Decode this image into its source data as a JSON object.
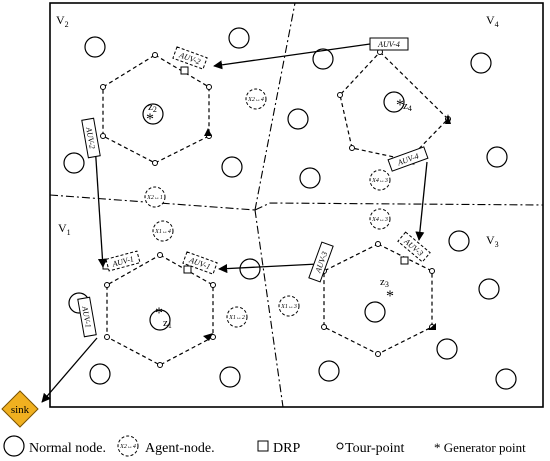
{
  "diagram": {
    "regions": [
      {
        "base": "V",
        "sub": "2"
      },
      {
        "base": "V",
        "sub": "4"
      },
      {
        "base": "V",
        "sub": "1"
      },
      {
        "base": "V",
        "sub": "3"
      }
    ],
    "zones": [
      {
        "base": "z",
        "sub": "2"
      },
      {
        "base": "z",
        "sub": "4"
      },
      {
        "base": "z",
        "sub": "1"
      },
      {
        "base": "z",
        "sub": "3"
      }
    ],
    "auv_labels": [
      "AUV-2",
      "AUV-4",
      "AUV-2",
      "AUV-4",
      "AUV-1",
      "AUV-1",
      "AUV-3",
      "AUV-3",
      "AUV-1"
    ],
    "agent_labels": [
      "X2↔4",
      "X2↔1",
      "X4↔3",
      "X1↔4",
      "X1↔2",
      "X1↔3"
    ],
    "sink_label": "sink",
    "generator_symbol": "*"
  },
  "legend": {
    "normal": "Normal node.",
    "agent": "Agent-node.",
    "drp": "DRP",
    "tour": "Tour-point",
    "generator": "* Generator point"
  }
}
